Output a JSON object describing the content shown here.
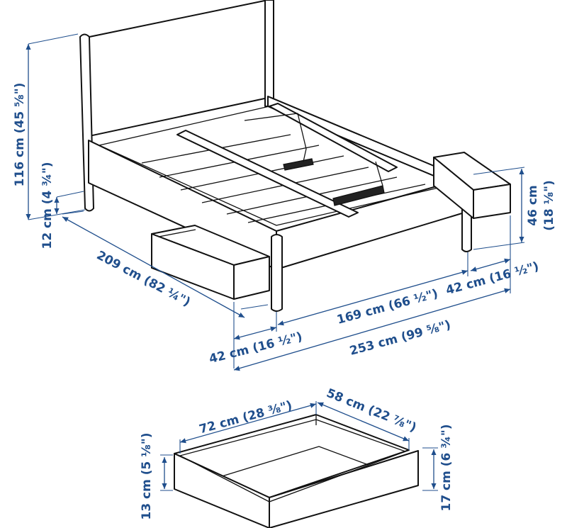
{
  "colors": {
    "line": "#111111",
    "dimension": "#1f4e8c",
    "background": "#ffffff"
  },
  "bed": {
    "headboard_height": "116 cm (45 ⅝\")",
    "leg_clearance": "12 cm (4 ¾\")",
    "overall_length": "209 cm (82 ¼\")",
    "drawer_depth_front": "42 cm (16 ½\")",
    "inner_width": "169 cm (66 ½\")",
    "total_width_drawers_open": "253 cm (99 ⅝\")",
    "drawer_depth_side": "42 cm (16 ½\")",
    "side_height": "46 cm",
    "side_height_in": "(18 ⅛\")"
  },
  "drawer": {
    "width": "72 cm (28 ⅜\")",
    "depth": "58 cm (22 ⅞\")",
    "inner_height": "13 cm (5 ⅛\")",
    "outer_height": "17 cm (6 ¾\")"
  }
}
